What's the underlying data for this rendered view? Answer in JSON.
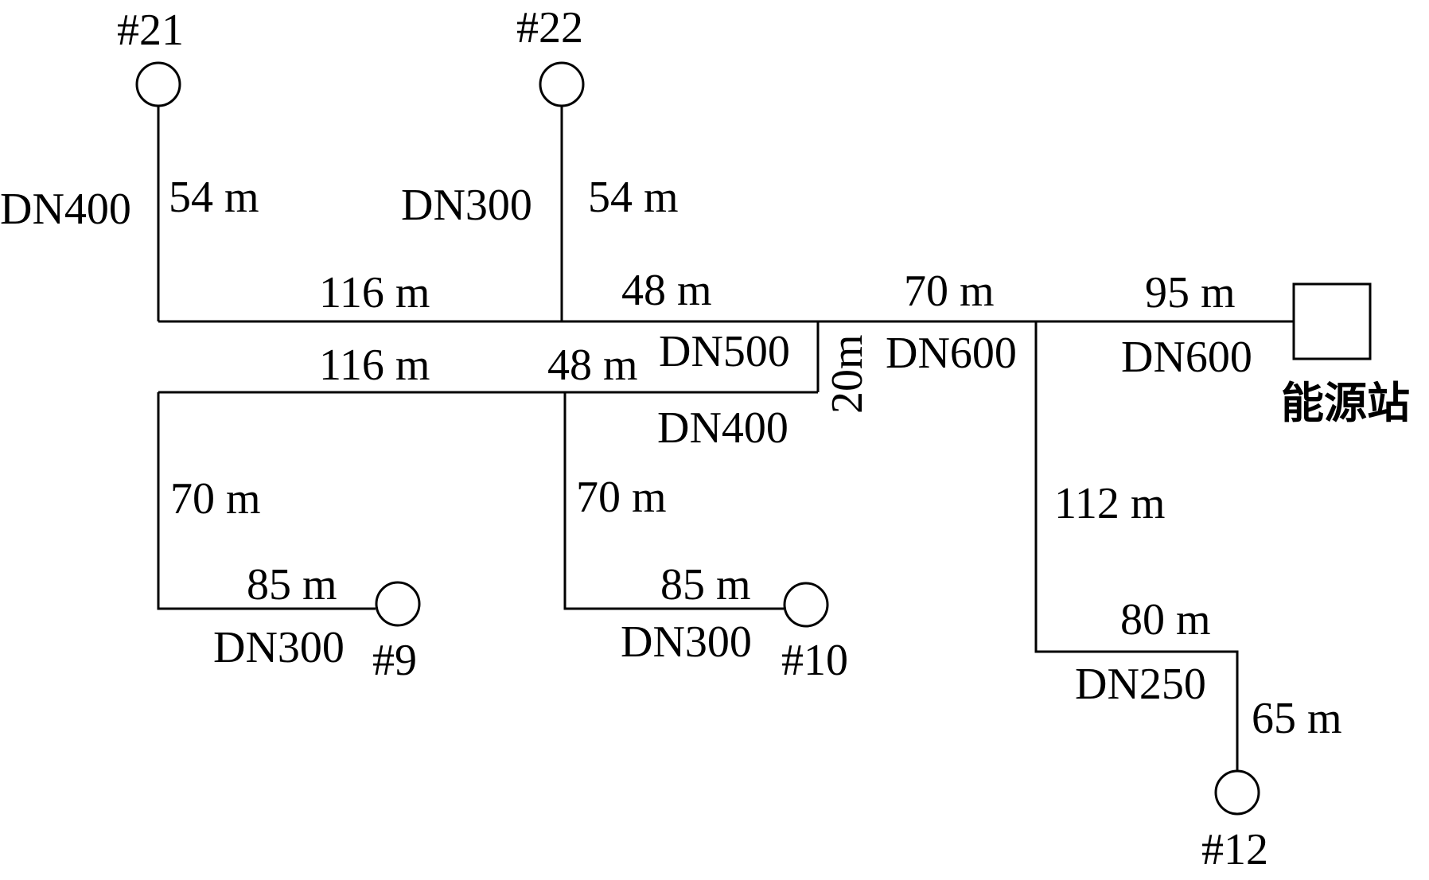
{
  "nodes": {
    "n21": "#21",
    "n22": "#22",
    "n9": "#9",
    "n10": "#10",
    "n12": "#12",
    "station": "能源站"
  },
  "lengths": {
    "branch21": "54 m",
    "branch22": "54 m",
    "top_main_west": "116 m",
    "top_main_mid": "48 m",
    "main_mid": "70 m",
    "main_east": "95 m",
    "lower_main_west": "116 m",
    "lower_main_mid": "48 m",
    "connector": "20m",
    "drop9": "70 m",
    "drop10": "70 m",
    "lead9": "85 m",
    "lead10": "85 m",
    "drop12": "112 m",
    "lead12_h": "80 m",
    "lead12_v": "65 m"
  },
  "diameters": {
    "branch21": "DN400",
    "branch22": "DN300",
    "upper_main": "DN500",
    "lower_main": "DN400",
    "main_mid": "DN600",
    "main_east": "DN600",
    "lead9": "DN300",
    "lead10": "DN300",
    "lead12": "DN250"
  }
}
